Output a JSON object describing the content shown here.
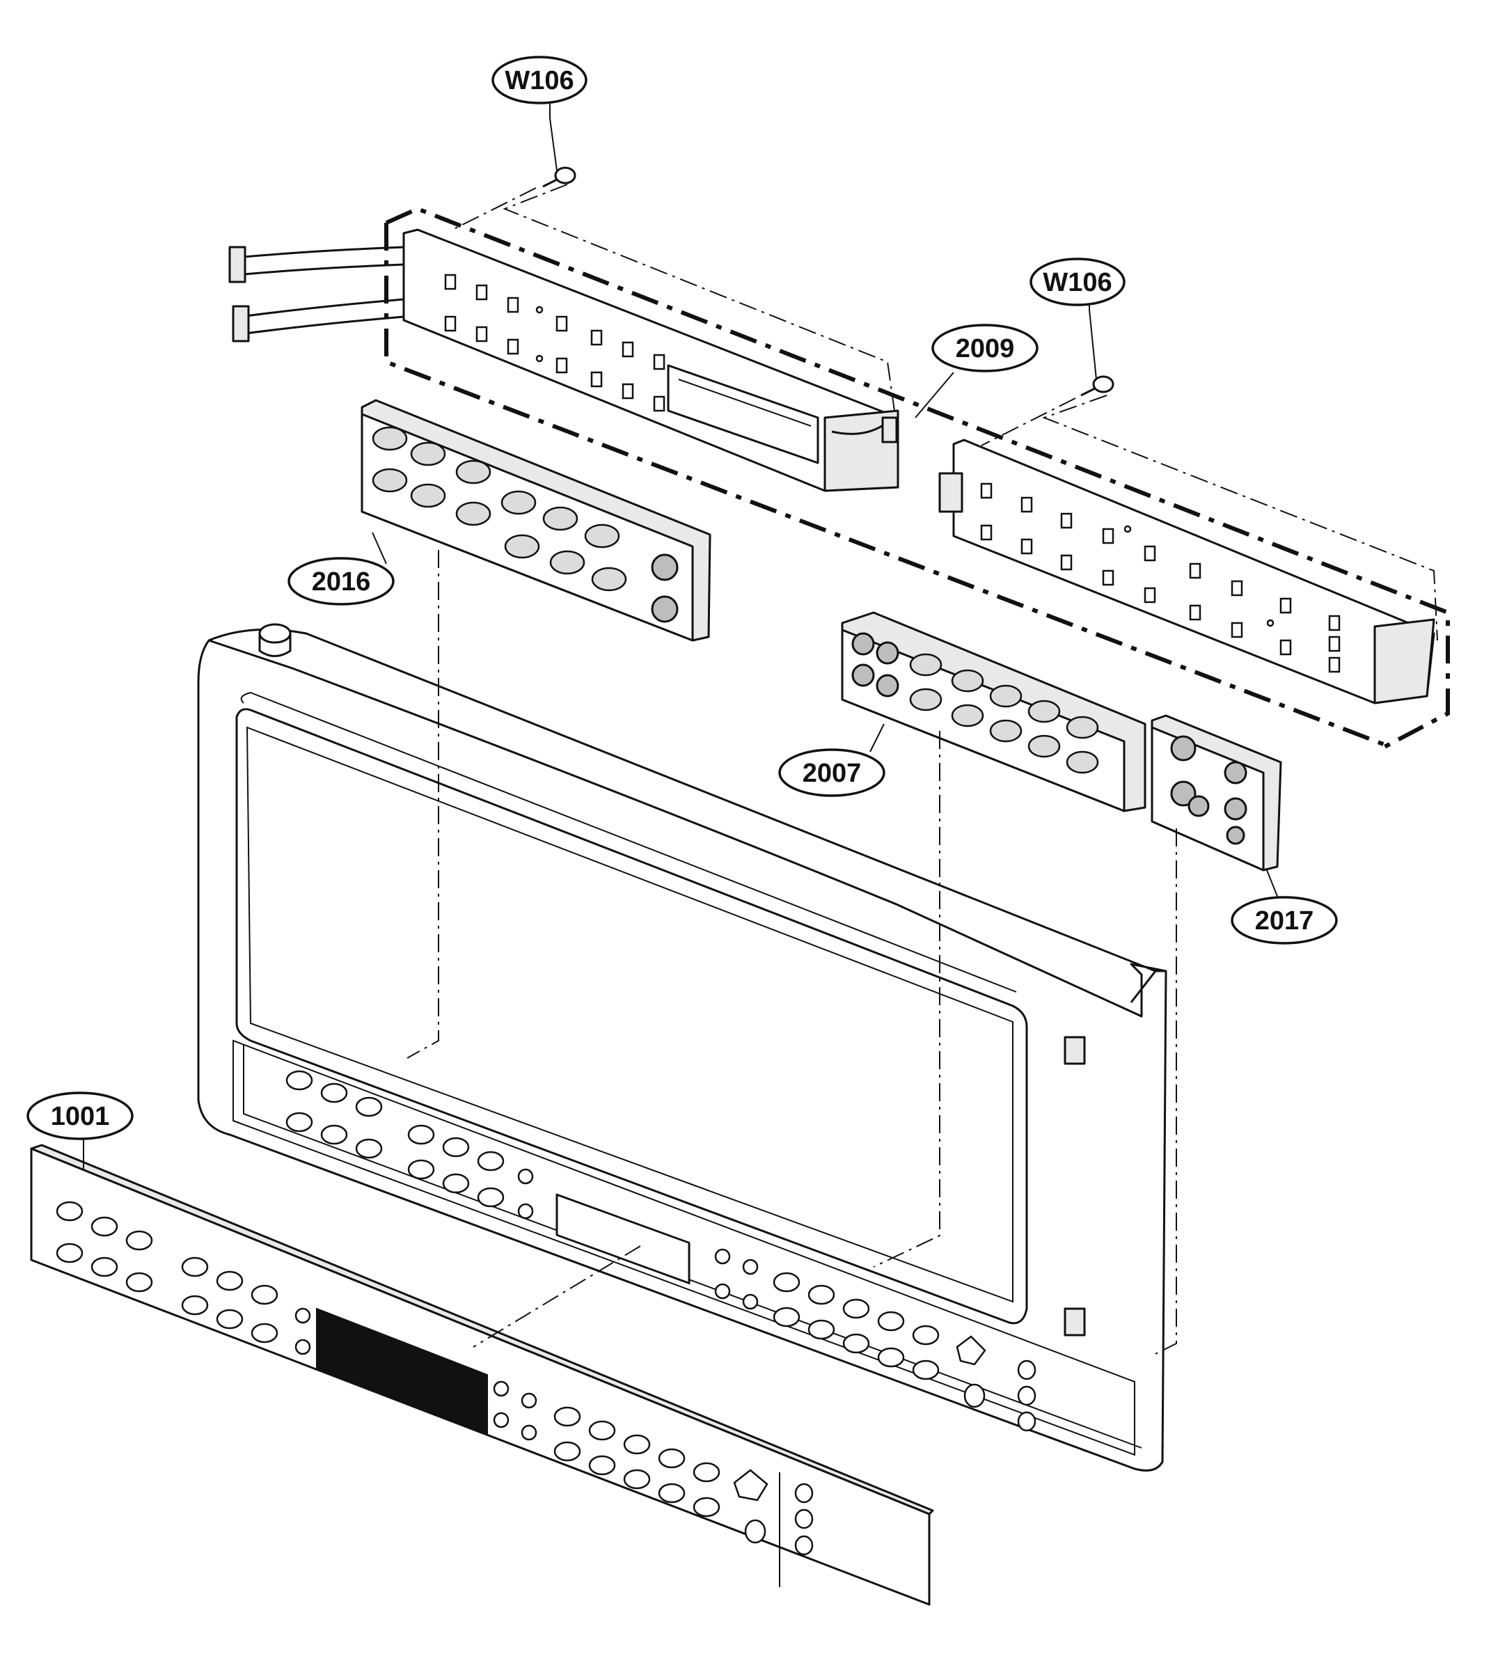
{
  "callouts": {
    "w106_left": "W106",
    "w106_right": "W106",
    "c2009": "2009",
    "c2016": "2016",
    "c2007": "2007",
    "c2017": "2017",
    "c1001": "1001"
  }
}
